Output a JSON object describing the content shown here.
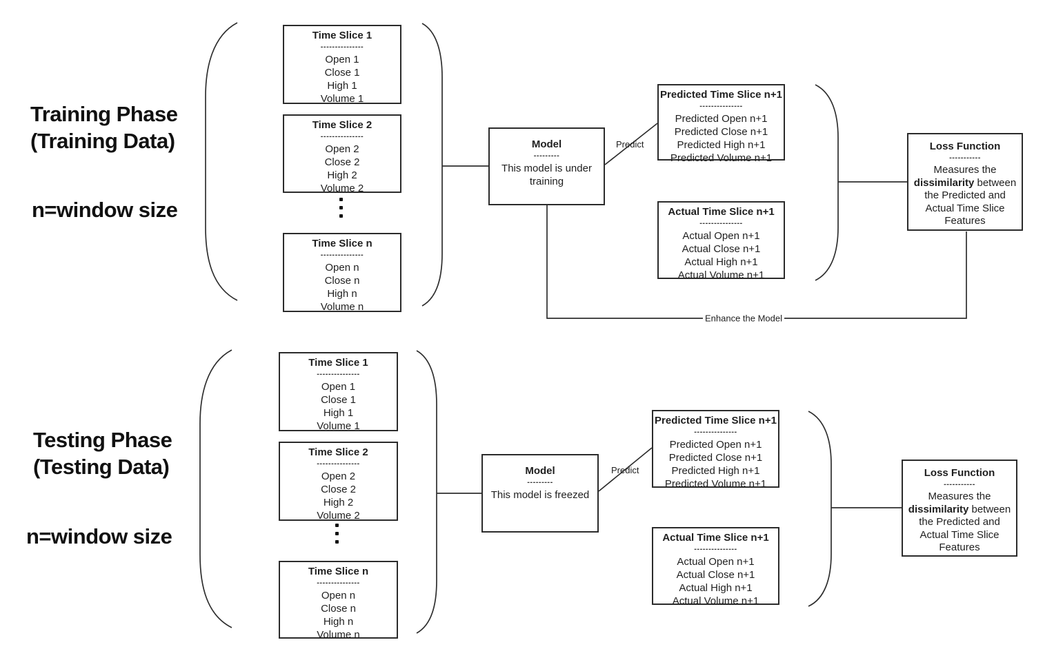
{
  "colors": {
    "ink": "#1f1f1f",
    "line": "#2e2e2e",
    "background": "#ffffff"
  },
  "diagram": {
    "training": {
      "phase_line1": "Training Phase",
      "phase_line2": "(Training Data)",
      "window_note": "n=window size",
      "slices": [
        {
          "title": "Time Slice 1",
          "divider": "---------------",
          "fields": [
            "Open 1",
            "Close 1",
            "High 1",
            "Volume 1"
          ]
        },
        {
          "title": "Time Slice 2",
          "divider": "---------------",
          "fields": [
            "Open 2",
            "Close 2",
            "High 2",
            "Volume 2"
          ]
        },
        {
          "title": "Time Slice n",
          "divider": "---------------",
          "fields": [
            "Open n",
            "Close n",
            "High n",
            "Volume n"
          ]
        }
      ],
      "model": {
        "title": "Model",
        "divider": "---------",
        "body": "This model is under training"
      },
      "predict_label": "Predict",
      "predicted": {
        "title": "Predicted Time Slice n+1",
        "divider": "---------------",
        "fields": [
          "Predicted Open n+1",
          "Predicted Close n+1",
          "Predicted High n+1",
          "Predicted Volume n+1"
        ]
      },
      "actual": {
        "title": "Actual Time Slice n+1",
        "divider": "---------------",
        "fields": [
          "Actual Open n+1",
          "Actual Close n+1",
          "Actual High n+1",
          "Actual Volume n+1"
        ]
      },
      "loss": {
        "title": "Loss Function",
        "divider": "-----------",
        "body_pre": "Measures the ",
        "body_bold": "dissimilarity",
        "body_post": " between the Predicted and Actual Time Slice Features"
      },
      "feedback_label": "Enhance the Model"
    },
    "testing": {
      "phase_line1": "Testing Phase",
      "phase_line2": "(Testing Data)",
      "window_note": "n=window size",
      "slices": [
        {
          "title": "Time Slice 1",
          "divider": "---------------",
          "fields": [
            "Open 1",
            "Close 1",
            "High 1",
            "Volume 1"
          ]
        },
        {
          "title": "Time Slice 2",
          "divider": "---------------",
          "fields": [
            "Open 2",
            "Close 2",
            "High 2",
            "Volume 2"
          ]
        },
        {
          "title": "Time Slice n",
          "divider": "---------------",
          "fields": [
            "Open n",
            "Close n",
            "High n",
            "Volume n"
          ]
        }
      ],
      "model": {
        "title": "Model",
        "divider": "---------",
        "body": "This model is freezed"
      },
      "predict_label": "Predict",
      "predicted": {
        "title": "Predicted Time Slice n+1",
        "divider": "---------------",
        "fields": [
          "Predicted Open n+1",
          "Predicted Close n+1",
          "Predicted High n+1",
          "Predicted Volume n+1"
        ]
      },
      "actual": {
        "title": "Actual Time Slice n+1",
        "divider": "---------------",
        "fields": [
          "Actual Open n+1",
          "Actual Close n+1",
          "Actual High n+1",
          "Actual Volume n+1"
        ]
      },
      "loss": {
        "title": "Loss Function",
        "divider": "-----------",
        "body_pre": "Measures the ",
        "body_bold": "dissimilarity",
        "body_post": " between the Predicted and Actual Time Slice Features"
      }
    }
  }
}
